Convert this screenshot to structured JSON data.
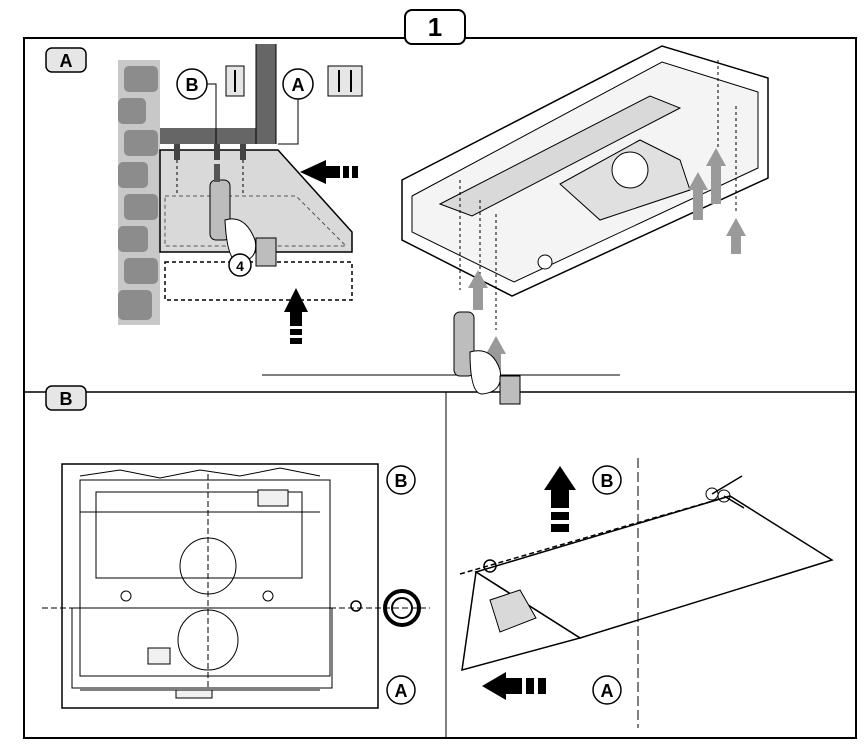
{
  "step_number": "1",
  "sections": [
    {
      "label": "A"
    },
    {
      "label": "B"
    }
  ],
  "callouts": {
    "panel_a_left_b": "B",
    "panel_a_left_a": "A",
    "panel_b_left_b": "B",
    "panel_b_left_a": "A",
    "panel_b_right_b": "B",
    "panel_b_right_a": "A"
  },
  "screw_count": "4",
  "colors": {
    "frame": "#000000",
    "fill_gray": "#d9d9d9",
    "brick_gray": "#8c8c8c",
    "arrow_gray": "#9a9a9a",
    "label_bg": "#e6e6e6"
  },
  "icons": [
    "wall-plug-icon",
    "screw-icon",
    "drill-icon",
    "scissors-icon",
    "hood-template-icon"
  ]
}
